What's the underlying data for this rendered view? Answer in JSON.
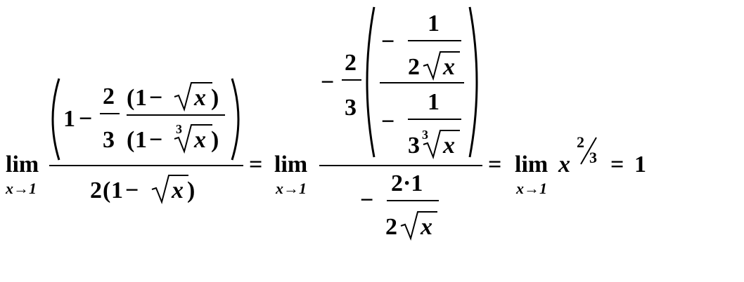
{
  "equation": {
    "lim": "lim",
    "under": "x→1",
    "eq": "=",
    "minus": "−",
    "one": "1",
    "two": "2",
    "three": "3",
    "x": "x",
    "open": "(",
    "close": ")",
    "two_one": "2·1",
    "result": "1"
  }
}
